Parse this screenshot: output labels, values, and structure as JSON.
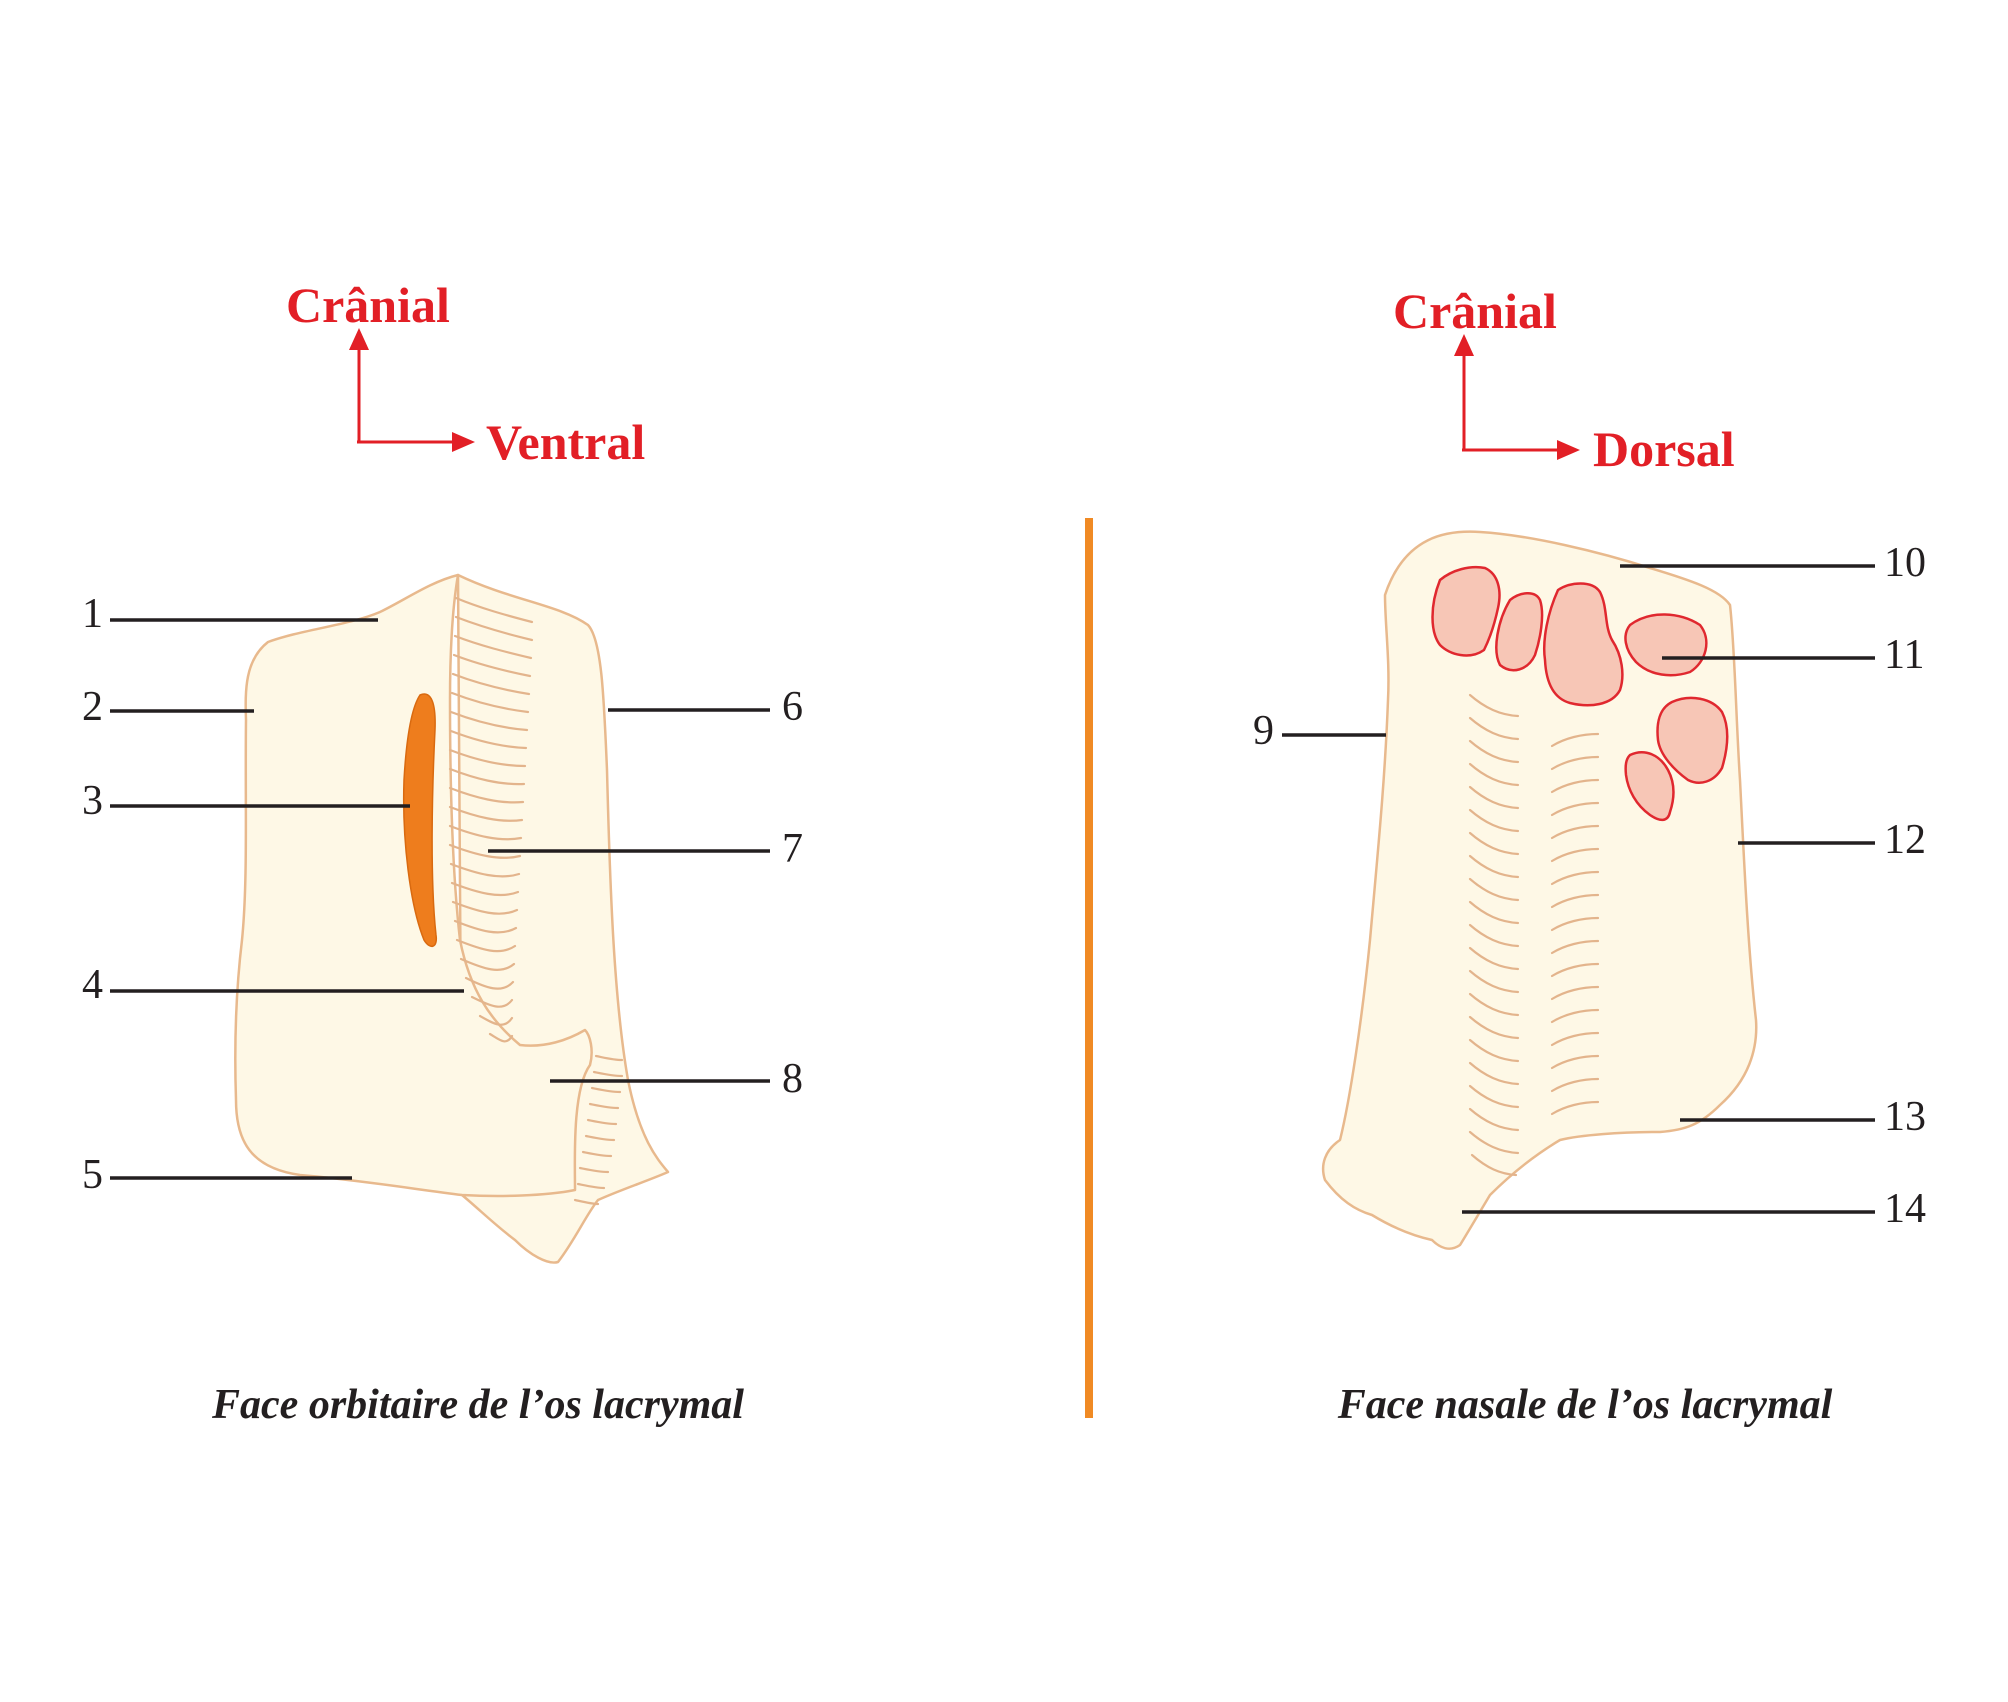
{
  "left_view": {
    "orientation": {
      "up": "Crânial",
      "right": "Ventral"
    },
    "caption": "Face orbitaire de l’os lacrymal",
    "labels": [
      "1",
      "2",
      "3",
      "4",
      "5",
      "6",
      "7",
      "8"
    ]
  },
  "right_view": {
    "orientation": {
      "up": "Crânial",
      "right": "Dorsal"
    },
    "caption": "Face nasale de l’os lacrymal",
    "labels": [
      "9",
      "10",
      "11",
      "12",
      "13",
      "14"
    ]
  },
  "colors": {
    "orientation_text": "#e21f26",
    "bone_fill": "#fef8e6",
    "bone_outline": "#e8b98d",
    "groove": "#ee7d1d",
    "divider": "#f08a24",
    "foramen_fill": "#f7c6b6",
    "foramen_outline": "#e0282f"
  }
}
